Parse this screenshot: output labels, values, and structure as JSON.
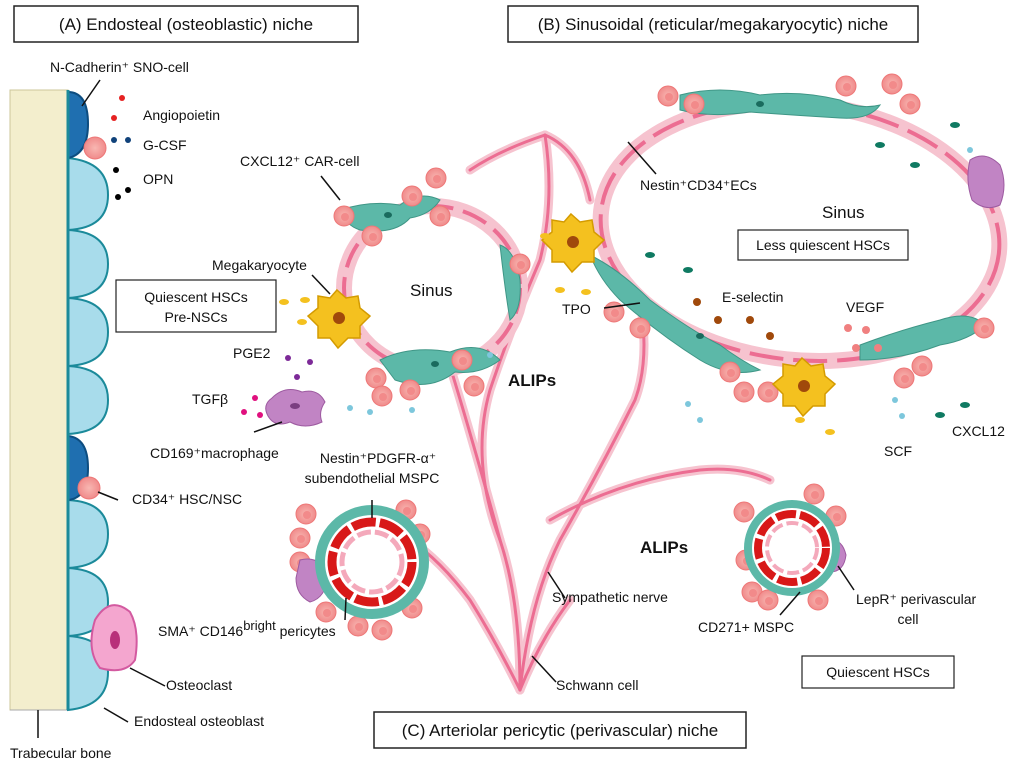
{
  "titles": {
    "endosteal": "(A) Endosteal (osteoblastic)  niche",
    "sinusoidal": "(B) Sinusoidal (reticular/megakaryocytic) niche",
    "arteriolar": "(C) Arteriolar pericytic (perivascular) niche"
  },
  "boxes": {
    "quiescent_pre": [
      "Quiescent HSCs",
      "Pre-NSCs"
    ],
    "less_quiescent": "Less quiescent HSCs",
    "quiescent": "Quiescent HSCs"
  },
  "labels": {
    "sno_cell": "N-Cadherin⁺ SNO-cell",
    "angiopoietin": "Angiopoietin",
    "gcsf": "G-CSF",
    "opn": "OPN",
    "cxcl12_car": "CXCL12⁺ CAR-cell",
    "megakaryocyte": "Megakaryocyte",
    "pge2": "PGE2",
    "tgfb": "TGFβ",
    "macrophage": "CD169⁺macrophage",
    "hsc_nsc": "CD34⁺ HSC/NSC",
    "nestin_pdgfr_1": "Nestin⁺PDGFR-α⁺",
    "nestin_pdgfr_2": "subendothelial MSPC",
    "pericytes": "SMA⁺ CD146",
    "pericytes_sup": "bright",
    "pericytes_end": " pericytes",
    "osteoclast": "Osteoclast",
    "endosteal_osteoblast": "Endosteal osteoblast",
    "trabecular_bone": "Trabecular bone",
    "sinus_left": "Sinus",
    "sinus_right": "Sinus",
    "alips_top": "ALIPs",
    "alips_bottom": "ALIPs",
    "nestin_ecs": "Nestin⁺CD34⁺ECs",
    "tpo": "TPO",
    "eselectin": "E-selectin",
    "vegf": "VEGF",
    "scf": "SCF",
    "cxcl12": "CXCL12",
    "sympathetic": "Sympathetic nerve",
    "schwann": "Schwann cell",
    "cd271": "CD271+ MSPC",
    "lepr_1": "LepR⁺ perivascular",
    "lepr_2": "cell"
  },
  "colors": {
    "bone": "#f3eecd",
    "osteoblast": "#a8dceb",
    "sno": "#1f6fb0",
    "hsc": "#f7a0a0",
    "vessel": "#ef6f94",
    "stromal": "#5cb8a8",
    "megakaryocyte": "#f4c11f",
    "macrophage": "#c184c4",
    "artery_red": "#d81818"
  }
}
